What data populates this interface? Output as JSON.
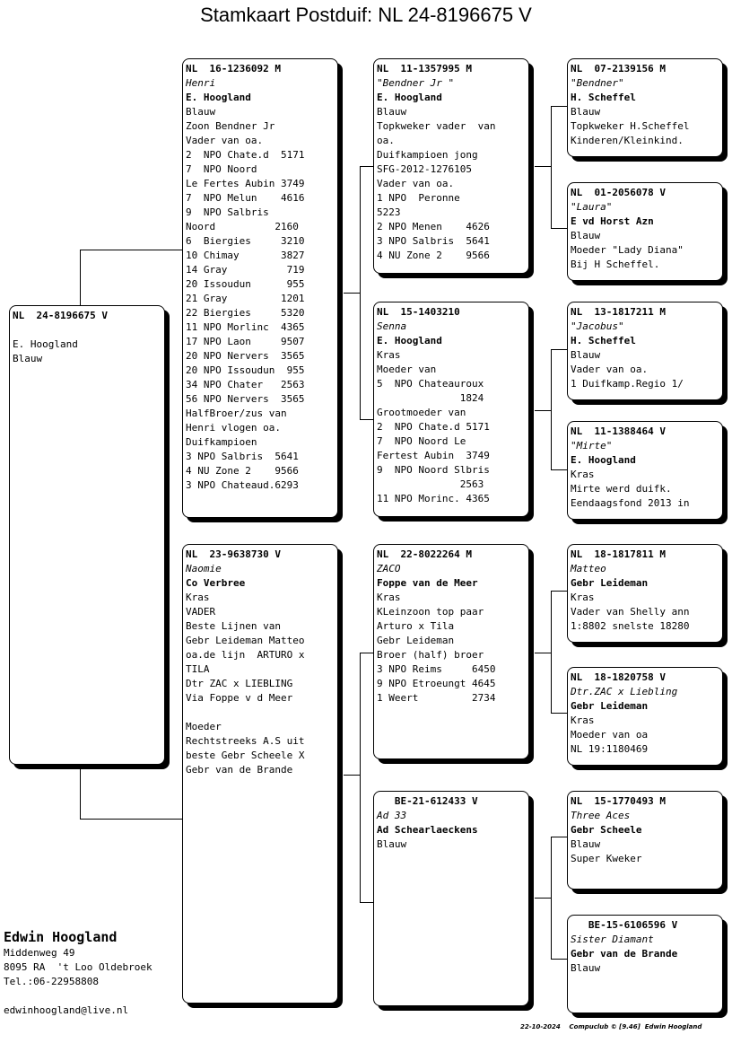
{
  "title": "Stamkaart Postduif: NL  24-8196675 V",
  "pigeons": {
    "root": [
      "NL  24-8196675 V",
      "",
      "E. Hoogland",
      "Blauw"
    ],
    "f": [
      "NL  16-1236092 M",
      "Henri",
      "E. Hoogland",
      "Blauw",
      "Zoon Bendner Jr",
      "Vader van oa.",
      "2  NPO Chate.d  5171",
      "7  NPO Noord",
      "Le Fertes Aubin 3749",
      "7  NPO Melun    4616",
      "9  NPO Salbris",
      "Noord          2160",
      "6  Biergies     3210",
      "10 Chimay       3827",
      "14 Gray          719",
      "20 Issoudun      955",
      "21 Gray         1201",
      "22 Biergies     5320",
      "11 NPO Morlinc  4365",
      "17 NPO Laon     9507",
      "20 NPO Nervers  3565",
      "20 NPO Issoudun  955",
      "34 NPO Chater   2563",
      "56 NPO Nervers  3565",
      "HalfBroer/zus van",
      "Henri vlogen oa.",
      "Duifkampioen",
      "3 NPO Salbris  5641",
      "4 NU Zone 2    9566",
      "3 NPO Chateaud.6293"
    ],
    "m": [
      "NL  23-9638730 V",
      "Naomie",
      "Co Verbree",
      "Kras",
      "VADER",
      "Beste Lijnen van",
      "Gebr Leideman Matteo",
      "oa.de lijn  ARTURO x",
      "TILA",
      "Dtr ZAC x LIEBLING",
      "Via Foppe v d Meer",
      "",
      "Moeder",
      "Rechtstreeks A.S uit",
      "beste Gebr Scheele X",
      "Gebr van de Brande"
    ],
    "ff": [
      "NL  11-1357995 M",
      "\"Bendner Jr \"",
      "E. Hoogland",
      "Blauw",
      "Topkweker vader  van",
      "oa.",
      "Duifkampioen jong",
      "SFG-2012-1276105",
      "Vader van oa.",
      "1 NPO  Peronne",
      "5223",
      "2 NPO Menen    4626",
      "3 NPO Salbris  5641",
      "4 NU Zone 2    9566"
    ],
    "fm": [
      "NL  15-1403210",
      "Senna",
      "E. Hoogland",
      "Kras",
      "Moeder van",
      "5  NPO Chateauroux",
      "              1824",
      "Grootmoeder van",
      "2  NPO Chate.d 5171",
      "7  NPO Noord Le",
      "Fertest Aubin  3749",
      "9  NPO Noord Slbris",
      "              2563",
      "11 NPO Morinc. 4365"
    ],
    "mf": [
      "NL  22-8022264 M",
      "ZACO",
      "Foppe van de Meer",
      "Kras",
      "KLeinzoon top paar",
      "Arturo x Tila",
      "Gebr Leideman",
      "Broer (half) broer",
      "3 NPO Reims     6450",
      "9 NPO Etroeungt 4645",
      "1 Weert         2734"
    ],
    "mm": [
      "   BE-21-612433 V",
      "Ad 33",
      "Ad Schearlaeckens",
      "Blauw"
    ],
    "fff": [
      "NL  07-2139156 M",
      "\"Bendner\"",
      "H. Scheffel",
      "Blauw",
      "Topkweker H.Scheffel",
      "Kinderen/Kleinkind."
    ],
    "ffm": [
      "NL  01-2056078 V",
      "\"Laura\"",
      "E vd Horst Azn",
      "Blauw",
      "Moeder \"Lady Diana\"",
      "Bij H Scheffel."
    ],
    "fmf": [
      "NL  13-1817211 M",
      "\"Jacobus\"",
      "H. Scheffel",
      "Blauw",
      "Vader van oa.",
      "1 Duifkamp.Regio 1/"
    ],
    "fmm": [
      "NL  11-1388464 V",
      "\"Mirte\"",
      "E. Hoogland",
      "Kras",
      "Mirte werd duifk.",
      "Eendaagsfond 2013 in"
    ],
    "mff": [
      "NL  18-1817811 M",
      "Matteo",
      "Gebr Leideman",
      "Kras",
      "Vader van Shelly ann",
      "1:8802 snelste 18280"
    ],
    "mfm": [
      "NL  18-1820758 V",
      "Dtr.ZAC x Liebling",
      "Gebr Leideman",
      "Kras",
      "Moeder van oa",
      "NL 19:1180469"
    ],
    "mmf": [
      "NL  15-1770493 M",
      "Three Aces",
      "Gebr Scheele",
      "Blauw",
      "Super Kweker"
    ],
    "mmm": [
      "   BE-15-6106596 V",
      "Sister Diamant",
      "Gebr van de Brande",
      "Blauw"
    ]
  },
  "breeder": {
    "name": "Edwin Hoogland",
    "address": "Middenweg 49",
    "city": "8095 RA  't Loo Oldebroek",
    "phone": "Tel.:06-22958808",
    "email": "edwinhoogland@live.nl"
  },
  "footer": "22-10-2024    Compuclub © [9.46]  Edwin Hoogland"
}
